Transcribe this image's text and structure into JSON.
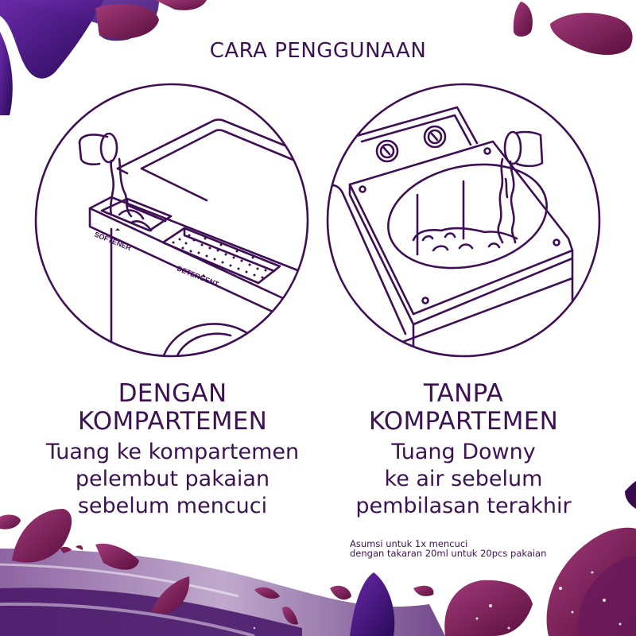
{
  "title": "CARA PENGGUNAAN",
  "colors": {
    "text": "#3d1253",
    "line": "#3f0f55",
    "petal_dark": "#5a1a5e",
    "petal_magenta": "#8a1f5e",
    "petal_violet": "#4a1a8a",
    "silk": "#8a6aa0"
  },
  "illustrations": [
    {
      "name": "front-load-washer-with-compartment",
      "labels": [
        "SOFTENER",
        "DETERGENT"
      ]
    },
    {
      "name": "top-load-washer-without-compartment",
      "labels": []
    }
  ],
  "columns": [
    {
      "heading": [
        "DENGAN",
        "KOMPARTEMEN"
      ],
      "description": [
        "Tuang ke kompartemen",
        "pelembut pakaian",
        "sebelum mencuci"
      ]
    },
    {
      "heading": [
        "TANPA",
        "KOMPARTEMEN"
      ],
      "description": [
        "Tuang Downy",
        "ke air sebelum",
        "pembilasan terakhir"
      ]
    }
  ],
  "footnote": [
    "Asumsi untuk 1x mencuci",
    "dengan takaran 20ml untuk 20pcs pakaian"
  ]
}
